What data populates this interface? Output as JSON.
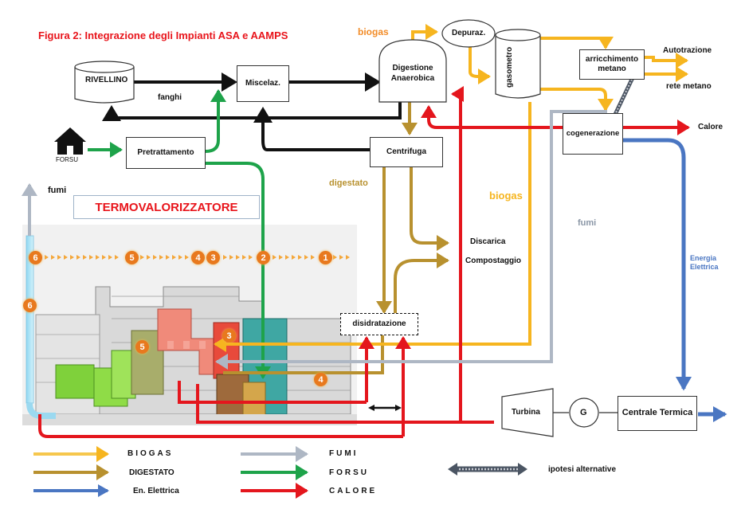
{
  "title": "Figura 2: Integrazione degli Impianti ASA e  AAMPS",
  "plant_title": "TERMOVALORIZZATORE",
  "nodes": {
    "rivellino": "RIVELLINO",
    "miscelaz": "Miscelaz.",
    "digestione": "Digestione Anaerobica",
    "depuraz": "Depuraz.",
    "gasometro": "gasometro",
    "arricchimento": "arricchimento metano",
    "cogenerazione": "cogenerazione",
    "pretrattamento": "Pretrattamento",
    "centrifuga": "Centrifuga",
    "disidratazione": "disidratazione",
    "turbina": "Turbina",
    "generatore": "G",
    "centrale": "Centrale Termica"
  },
  "labels": {
    "biogas_top": "biogas",
    "fanghi": "fanghi",
    "forsu": "FORSU",
    "fumi_left": "fumi",
    "digestato": "digestato",
    "biogas_mid": "biogas",
    "fumi_mid": "fumi",
    "autotrazione": "Autotrazione",
    "rete_metano": "rete metano",
    "calore": "Calore",
    "discarica": "Discarica",
    "compostaggio": "Compostaggio",
    "energia_elettrica": "Energia Elettrica"
  },
  "plant_markers": [
    "6",
    "5",
    "4",
    "3",
    "2",
    "1"
  ],
  "plant_zone_markers": [
    "6",
    "5",
    "3",
    "4"
  ],
  "legend": [
    {
      "label": "BIOGAS",
      "color": "#f6c74d"
    },
    {
      "label": "DIGESTATO",
      "color": "#b8912f"
    },
    {
      "label": "En. Elettrica",
      "color": "#4a76c2"
    },
    {
      "label": "FUMI",
      "color": "#aeb7c4"
    },
    {
      "label": "FORSU",
      "color": "#1ea34a"
    },
    {
      "label": "CALORE",
      "color": "#e4161d"
    }
  ],
  "legend_alternative": "ipotesi alternative",
  "colors": {
    "biogas": "#f6b51f",
    "digestato": "#b8912f",
    "energia": "#4a76c2",
    "fumi": "#aeb7c4",
    "forsu": "#1ea34a",
    "calore": "#e4161d",
    "fanghi": "#111111",
    "title": "#e8141b"
  }
}
